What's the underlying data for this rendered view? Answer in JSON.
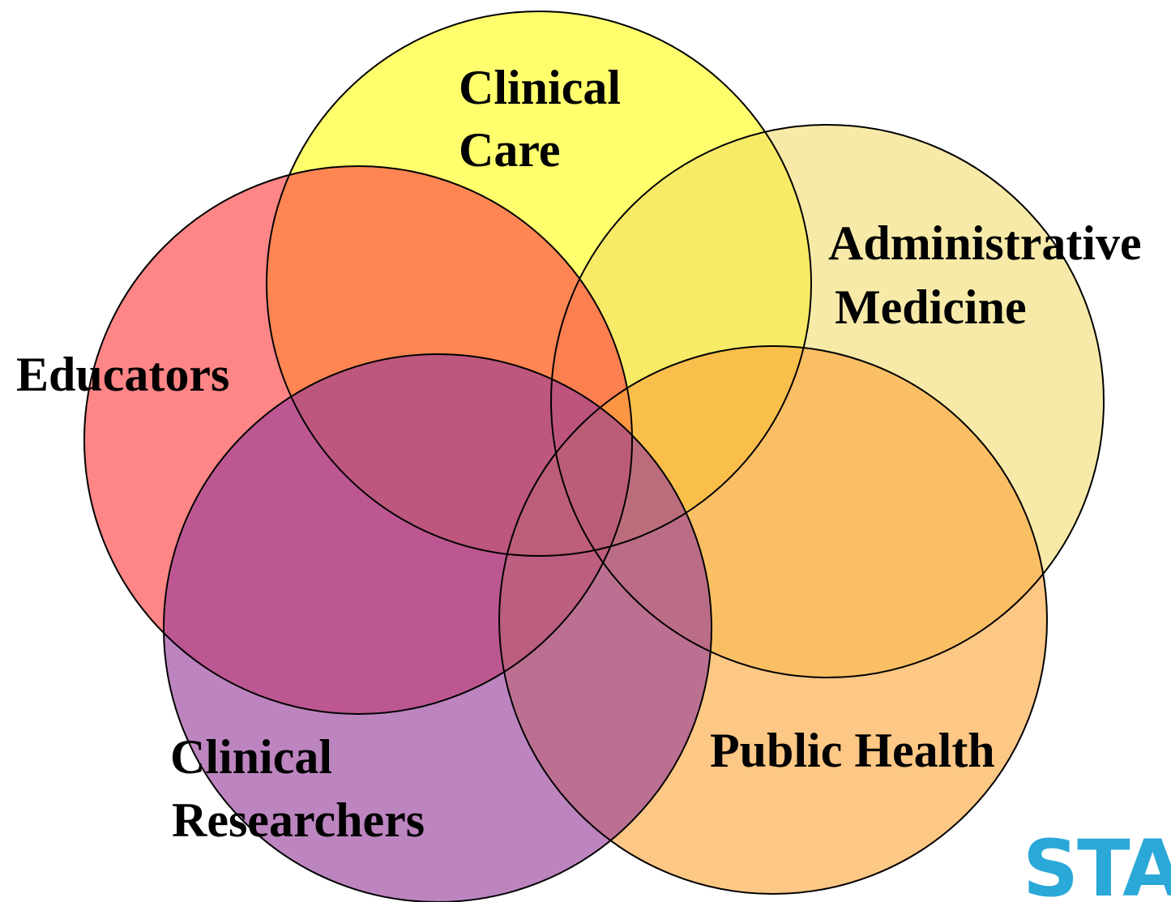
{
  "sets": [
    {
      "id": "clinical-care",
      "label_lines": [
        "Clinical",
        "Care"
      ],
      "color": "#ffff44"
    },
    {
      "id": "administrative-medicine",
      "label_lines": [
        "Administrative",
        "Medicine"
      ],
      "color": "#f0d860"
    },
    {
      "id": "educators",
      "label_lines": [
        "Educators"
      ],
      "color": "#ff4545"
    },
    {
      "id": "public-health",
      "label_lines": [
        "Public Health"
      ],
      "color": "#fca43a"
    },
    {
      "id": "clinical-researchers",
      "label_lines": [
        "Clinical",
        "Researchers"
      ],
      "color": "#953a9a"
    }
  ],
  "logo": {
    "text": "STA",
    "color": "#2aa8d8"
  }
}
